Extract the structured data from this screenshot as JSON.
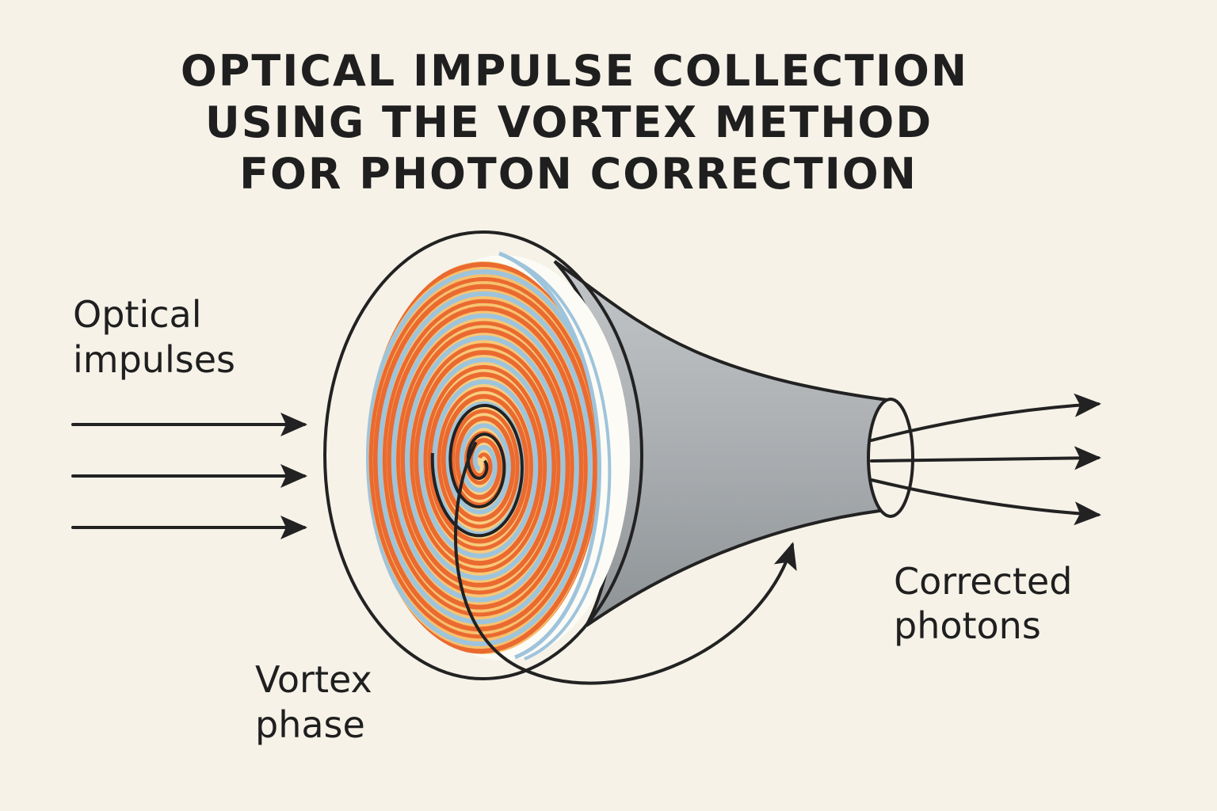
{
  "title": {
    "lines": [
      "OPTICAL IMPULSE COLLECTION",
      "USING THE VORTEX METHOD",
      "FOR PHOTON CORRECTION"
    ]
  },
  "labels": {
    "input": [
      "Optical",
      "impulses"
    ],
    "phase": [
      "Vortex",
      "phase"
    ],
    "output": [
      "Corrected",
      "photons"
    ]
  },
  "colors": {
    "background": "#f6f2e8",
    "ink": "#222222",
    "spiral_orange": "#ea6a30",
    "spiral_blue": "#9ec4dc",
    "disc_fill": "#f8c97a",
    "funnel_gray": "#a9adb0"
  },
  "icons": {
    "input_arrows": "arrow-right-icon",
    "output_arrows": "arrow-right-icon",
    "phase_arrow": "curved-arrow-icon"
  }
}
